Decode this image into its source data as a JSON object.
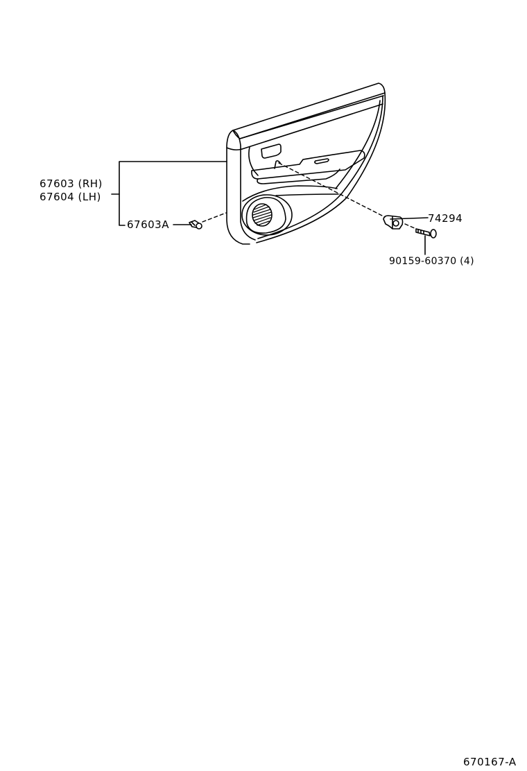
{
  "diagram": {
    "title": "Rear door trim board parts diagram",
    "figure_code": "670167-A",
    "line_color": "#000000",
    "background_color": "#ffffff",
    "parts": [
      {
        "id": "door-trim-board-rh",
        "part_number": "67603",
        "side": "(RH)",
        "label": "67603 (RH)"
      },
      {
        "id": "door-trim-board-lh",
        "part_number": "67604",
        "side": "(LH)",
        "label": "67604 (LH)"
      },
      {
        "id": "trim-clip",
        "part_number": "67603A",
        "label": "67603A"
      },
      {
        "id": "armrest-bracket",
        "part_number": "74294",
        "label": "74294"
      },
      {
        "id": "tapping-screw",
        "part_number": "90159-60370",
        "quantity": "(4)",
        "label": "90159-60370 (4)"
      }
    ]
  }
}
